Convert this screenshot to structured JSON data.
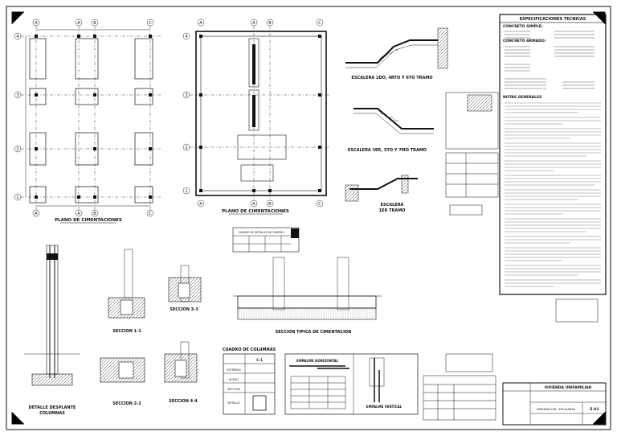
{
  "axes_letters": [
    "A",
    "A",
    "B",
    "C"
  ],
  "axes_numbers": [
    "1",
    "2",
    "3",
    "4"
  ],
  "titles": {
    "plan1": "PLANO DE CIMENTACIONES",
    "plan2": "PLANO DE CIMENTACIONES",
    "stair1": "ESCALERA 2DO, 4RTO Y 6TO TRAMO",
    "stair2": "ESCALERA 3ER, 5TO Y 7MO TRAMO",
    "stair3_a": "ESCALERA",
    "stair3_b": "1ER TRAMO",
    "sec11": "SECCION 1-1",
    "sec33": "SECCION 3-3",
    "sec22": "SECCION 2-2",
    "sec44": "SECCION 4-4",
    "sec_typ": "SECCION TIPICA DE CIMENTACION",
    "detail_a": "DETALLE DESPLANTE",
    "detail_b": "COLUMNAS",
    "cols_table": "CUADRO DE COLUMNAS",
    "splice_h": "EMPALME HORIZONTAL",
    "splice_v": "EMPALME VERTICAL"
  },
  "specs": {
    "header": "ESPECIFICACIONES TECNICAS",
    "concrete_simple": "CONCRETO SIMPLE:",
    "concrete_armado": "CONCRETO ARMADO:",
    "rows": [
      {
        "label": "F'C=?",
        "value": "f'c= ? kg/cm2"
      },
      {
        "label": "F'C=?",
        "value": "f'c= ? kg/cm2"
      },
      {
        "label": "F'C=?",
        "value": "f'c= ? kg/cm2"
      }
    ],
    "notes_header": "NOTAS GENERALES"
  },
  "columns_table": {
    "col_header": "C-1",
    "rows": [
      "ESTRIBOS",
      "ACERO",
      "SECCION",
      "DETALLE"
    ]
  },
  "foundation_table_header": "CUADRO DE DETALLES DE ZAPATAS",
  "title_block": {
    "project": "VIVIENDA UNIFAMILIAR",
    "drawing": "CIMENTACION - ESCALERAS",
    "sheet_no": "E-01"
  }
}
